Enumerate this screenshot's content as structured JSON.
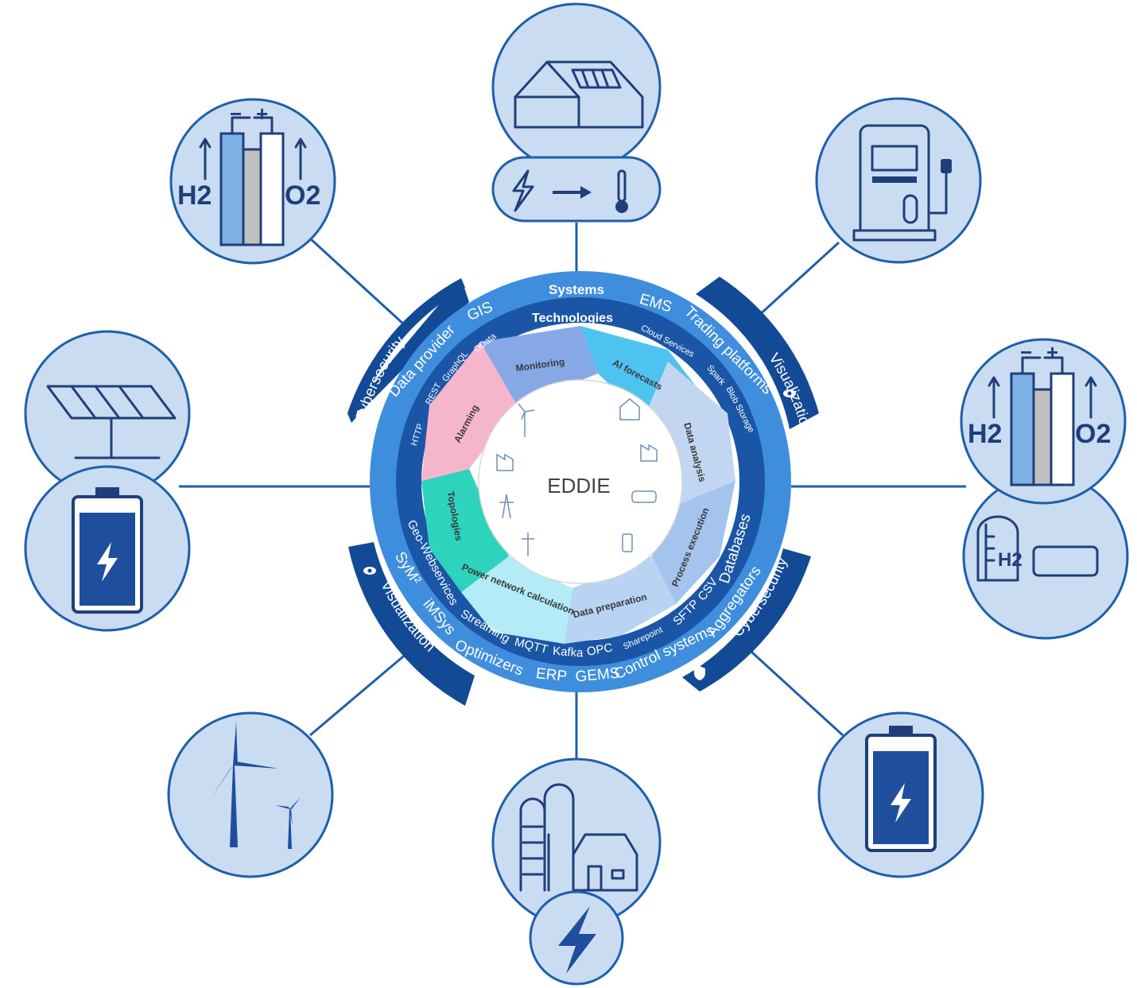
{
  "center": {
    "label": "EDDIE"
  },
  "systems_ring": {
    "title": "Systems",
    "items": [
      "EMS",
      "Trading platforms",
      "Databases",
      "Aggregators",
      "Control systems",
      "GEMS",
      "ERP",
      "Optimizers",
      "iMSys",
      "SyM²",
      "Data provider",
      "GIS"
    ]
  },
  "technologies_ring": {
    "title": "Technologies",
    "items": [
      "Cloud Services",
      "Spark",
      "Blob Storage",
      "CSV",
      "SFTP",
      "Sharepoint",
      "OPC",
      "Kafka",
      "MQTT",
      "Streaming",
      "Geo-Webservices",
      "HTTP",
      "REST",
      "GraphQL",
      "OData"
    ]
  },
  "security_bands": [
    "Cybersecurity",
    "Visualization",
    "Cybersecurity",
    "Visualization"
  ],
  "segments": [
    {
      "label": "Monitoring",
      "color": "#86a9e6"
    },
    {
      "label": "AI forecasts",
      "color": "#4fc3f0"
    },
    {
      "label": "Data analysis",
      "color": "#c2d6f2"
    },
    {
      "label": "Process execution",
      "color": "#a4c4ee"
    },
    {
      "label": "Data preparation",
      "color": "#b9d3f3"
    },
    {
      "label": "Power network calculation",
      "color": "#b3ebf6"
    },
    {
      "label": "Topologies",
      "color": "#2ed3be"
    },
    {
      "label": "Alarming",
      "color": "#f5b6cd"
    }
  ],
  "nodes": [
    {
      "name": "house-heat-pump",
      "icons": [
        "house-solar-roof-icon",
        "power-to-heat-icon"
      ]
    },
    {
      "name": "charging-station",
      "icons": [
        "charging-station-icon"
      ]
    },
    {
      "name": "electrolyzer-hydrogen-storage",
      "icons": [
        "electrolyzer-icon",
        "hydrogen-tank-icon"
      ],
      "text": [
        "H2",
        "O2",
        "H2"
      ]
    },
    {
      "name": "battery-storage-right",
      "icons": [
        "battery-icon"
      ]
    },
    {
      "name": "farm-biogas",
      "icons": [
        "farm-silo-icon",
        "lightning-icon"
      ]
    },
    {
      "name": "wind-turbines",
      "icons": [
        "wind-turbine-icon"
      ]
    },
    {
      "name": "solar-battery",
      "icons": [
        "solar-panel-icon",
        "battery-icon"
      ]
    },
    {
      "name": "electrolyzer-left",
      "icons": [
        "electrolyzer-icon"
      ],
      "text": [
        "H2",
        "O2"
      ]
    }
  ],
  "colors": {
    "ring_outer": "#3f8ede",
    "ring_inner": "#1b56a6",
    "band_dark": "#134a96",
    "node_fill": "#c9dcf2",
    "node_stroke": "#1f5faa"
  }
}
